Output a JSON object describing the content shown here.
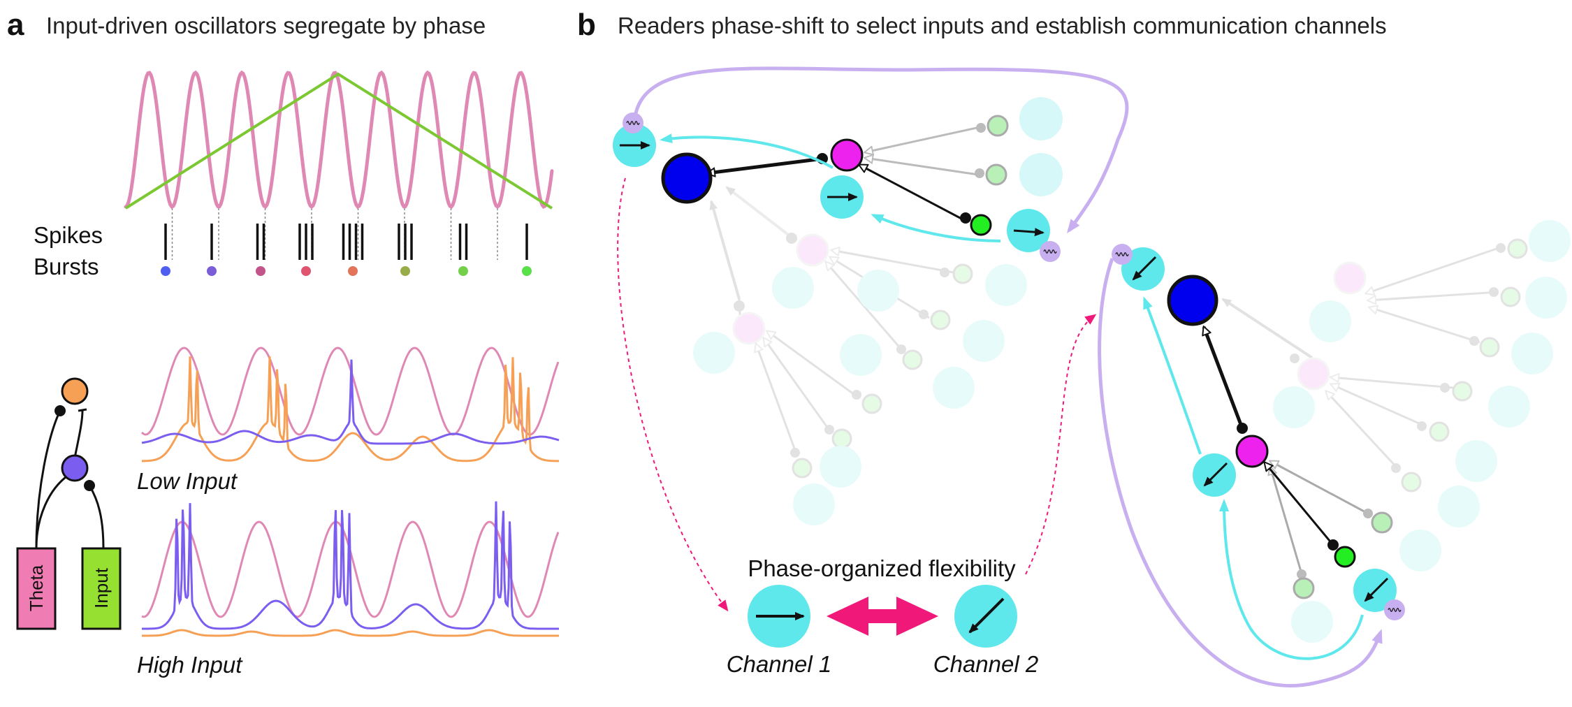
{
  "panel_a": {
    "letter": "a",
    "title": "Input-driven oscillators segregate by phase",
    "spikes_label": "Spikes",
    "bursts_label": "Bursts",
    "low_input_label": "Low Input",
    "high_input_label": "High Input",
    "theta_label": "Theta",
    "input_label": "Input",
    "burst_colors": [
      "#4f5ef0",
      "#7a5ed8",
      "#c2548a",
      "#e05470",
      "#e2745a",
      "#98ad4a",
      "#74d04a",
      "#58e048"
    ],
    "spike_counts": [
      1,
      1,
      2,
      3,
      4,
      3,
      2,
      1
    ]
  },
  "panel_b": {
    "letter": "b",
    "title": "Readers phase-shift to select inputs and establish communication channels",
    "flexibility_label": "Phase-organized flexibility",
    "channel1_label": "Channel 1",
    "channel2_label": "Channel 2"
  },
  "colors": {
    "theta": "#e088b4",
    "orange": "#f5a055",
    "purple": "#7b5ef0",
    "green_ramp": "#7cc832",
    "cyan": "#5ee8ec",
    "blue": "#0000ee",
    "magenta": "#ee22ee",
    "green_node": "#22ee22",
    "lavender": "#c8b0f0",
    "pink_arrow": "#f01878"
  }
}
